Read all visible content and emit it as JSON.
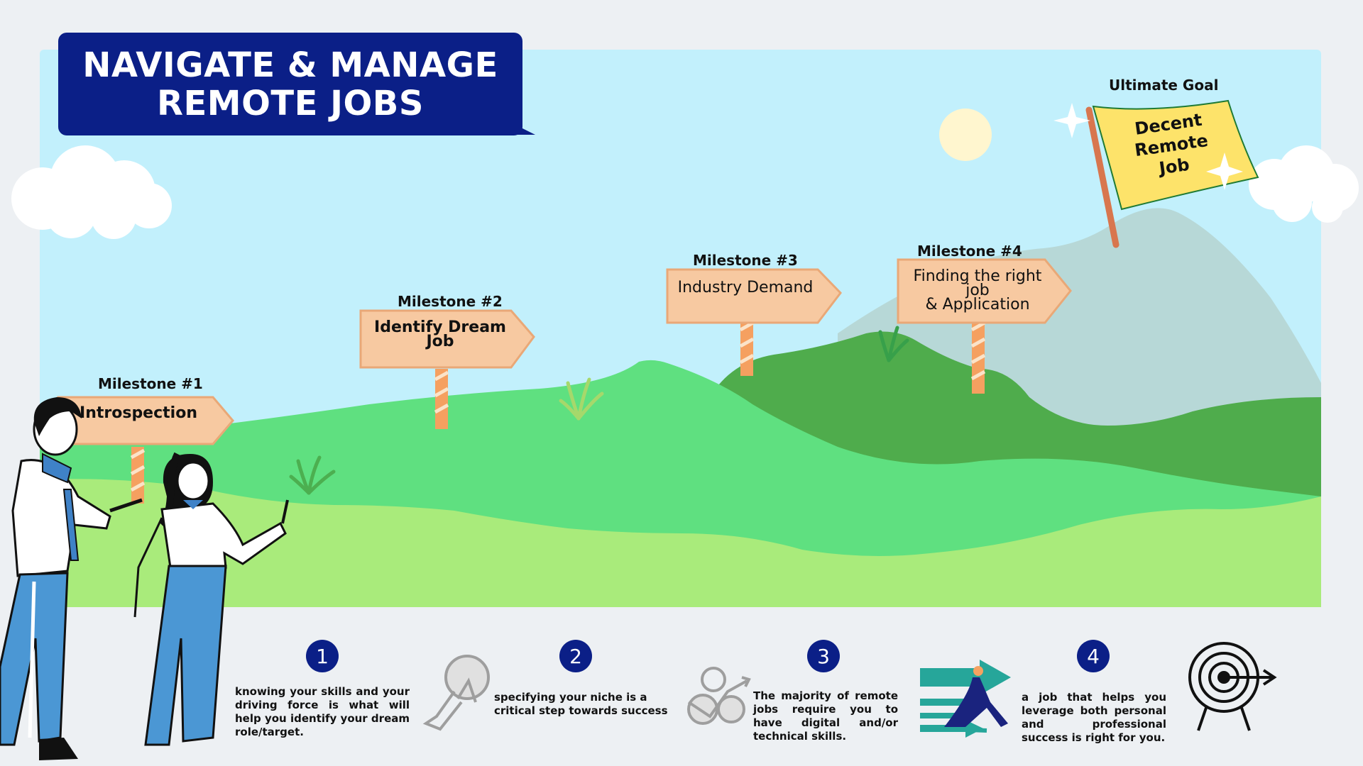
{
  "title": {
    "line1": "NAVIGATE & MANAGE",
    "line2": "REMOTE JOBS"
  },
  "milestones": [
    {
      "label": "Milestone #1",
      "sign": "Introspection"
    },
    {
      "label": "Milestone #2",
      "sign_line1": "Identify Dream",
      "sign_line2": "Job"
    },
    {
      "label": "Milestone #3",
      "sign": "Industry Demand"
    },
    {
      "label": "Milestone #4",
      "sign_line1": "Finding the right",
      "sign_line2": "job",
      "sign_line3": "& Application"
    }
  ],
  "goal": {
    "label": "Ultimate Goal",
    "flag_line1": "Decent",
    "flag_line2": "Remote",
    "flag_line3": "Job"
  },
  "steps": [
    {
      "number": "1",
      "text": "knowing your skills and your driving force is what will help you identify your dream role/target."
    },
    {
      "number": "2",
      "text": "specifying your niche is a critical step towards success"
    },
    {
      "number": "3",
      "text": "The majority of remote jobs require you to have digital and/or technical skills."
    },
    {
      "number": "4",
      "text": "a job that helps you leverage both personal and professional success is right for you."
    }
  ],
  "colors": {
    "navy": "#0b1f87",
    "sky": "#c2f0fc",
    "sign": "#f7c9a1",
    "flag": "#fde36a"
  }
}
